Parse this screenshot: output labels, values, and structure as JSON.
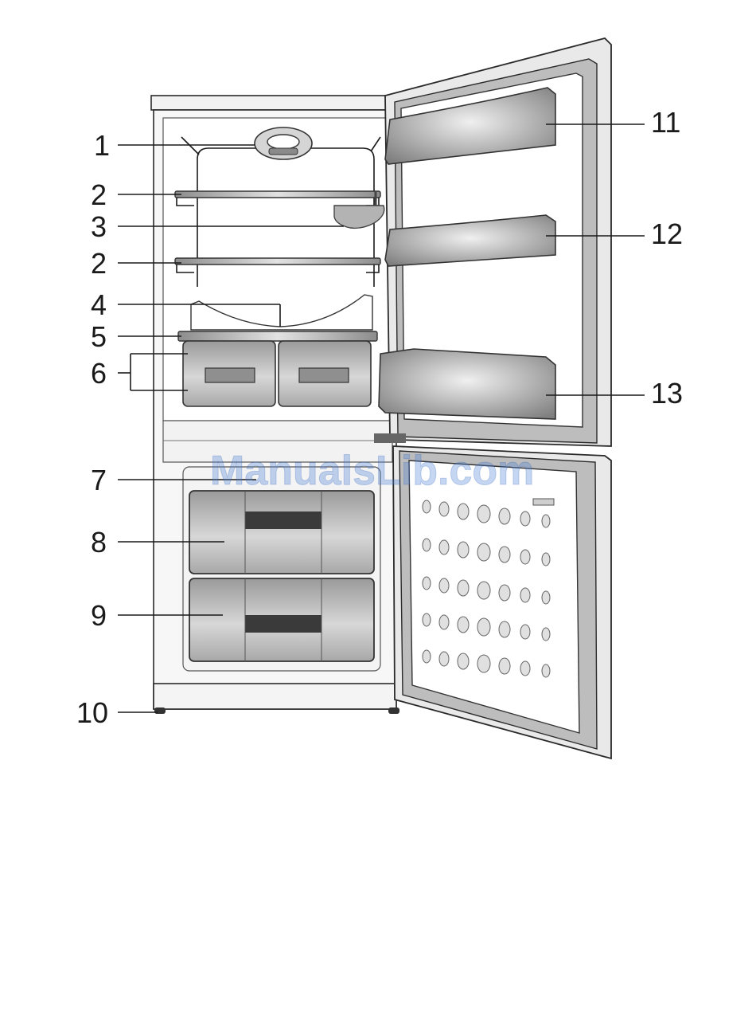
{
  "watermark": "ManualsLib.com",
  "callouts": {
    "n1": "1",
    "n2a": "2",
    "n3": "3",
    "n2b": "2",
    "n4": "4",
    "n5": "5",
    "n6": "6",
    "n7": "7",
    "n8": "8",
    "n9": "9",
    "n10": "10",
    "n11": "11",
    "n12": "12",
    "n13": "13"
  }
}
